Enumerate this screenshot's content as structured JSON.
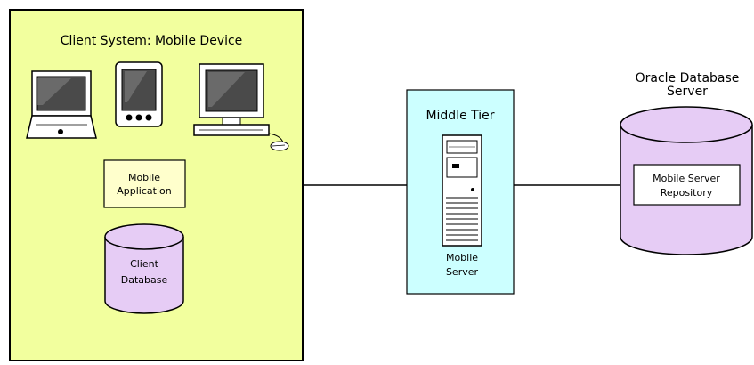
{
  "client_system": {
    "title": "Client System: Mobile Device",
    "devices": [
      "laptop-icon",
      "pda-icon",
      "desktop-computer-icon"
    ],
    "mobile_application": [
      "Mobile",
      "Application"
    ],
    "client_database": [
      "Client",
      "Database"
    ]
  },
  "middle_tier": {
    "title": "Middle Tier",
    "server_label": [
      "Mobile",
      "Server"
    ]
  },
  "oracle_db": {
    "title": [
      "Oracle Database",
      "Server"
    ],
    "repository": [
      "Mobile Server",
      "Repository"
    ]
  },
  "colors": {
    "client_fill": "#f2ff9e",
    "app_box_fill": "#ffffcc",
    "middle_tier_fill": "#ccffff",
    "cylinder_fill": "#e6ccf5",
    "screen_fill": "#4a4a4a"
  }
}
